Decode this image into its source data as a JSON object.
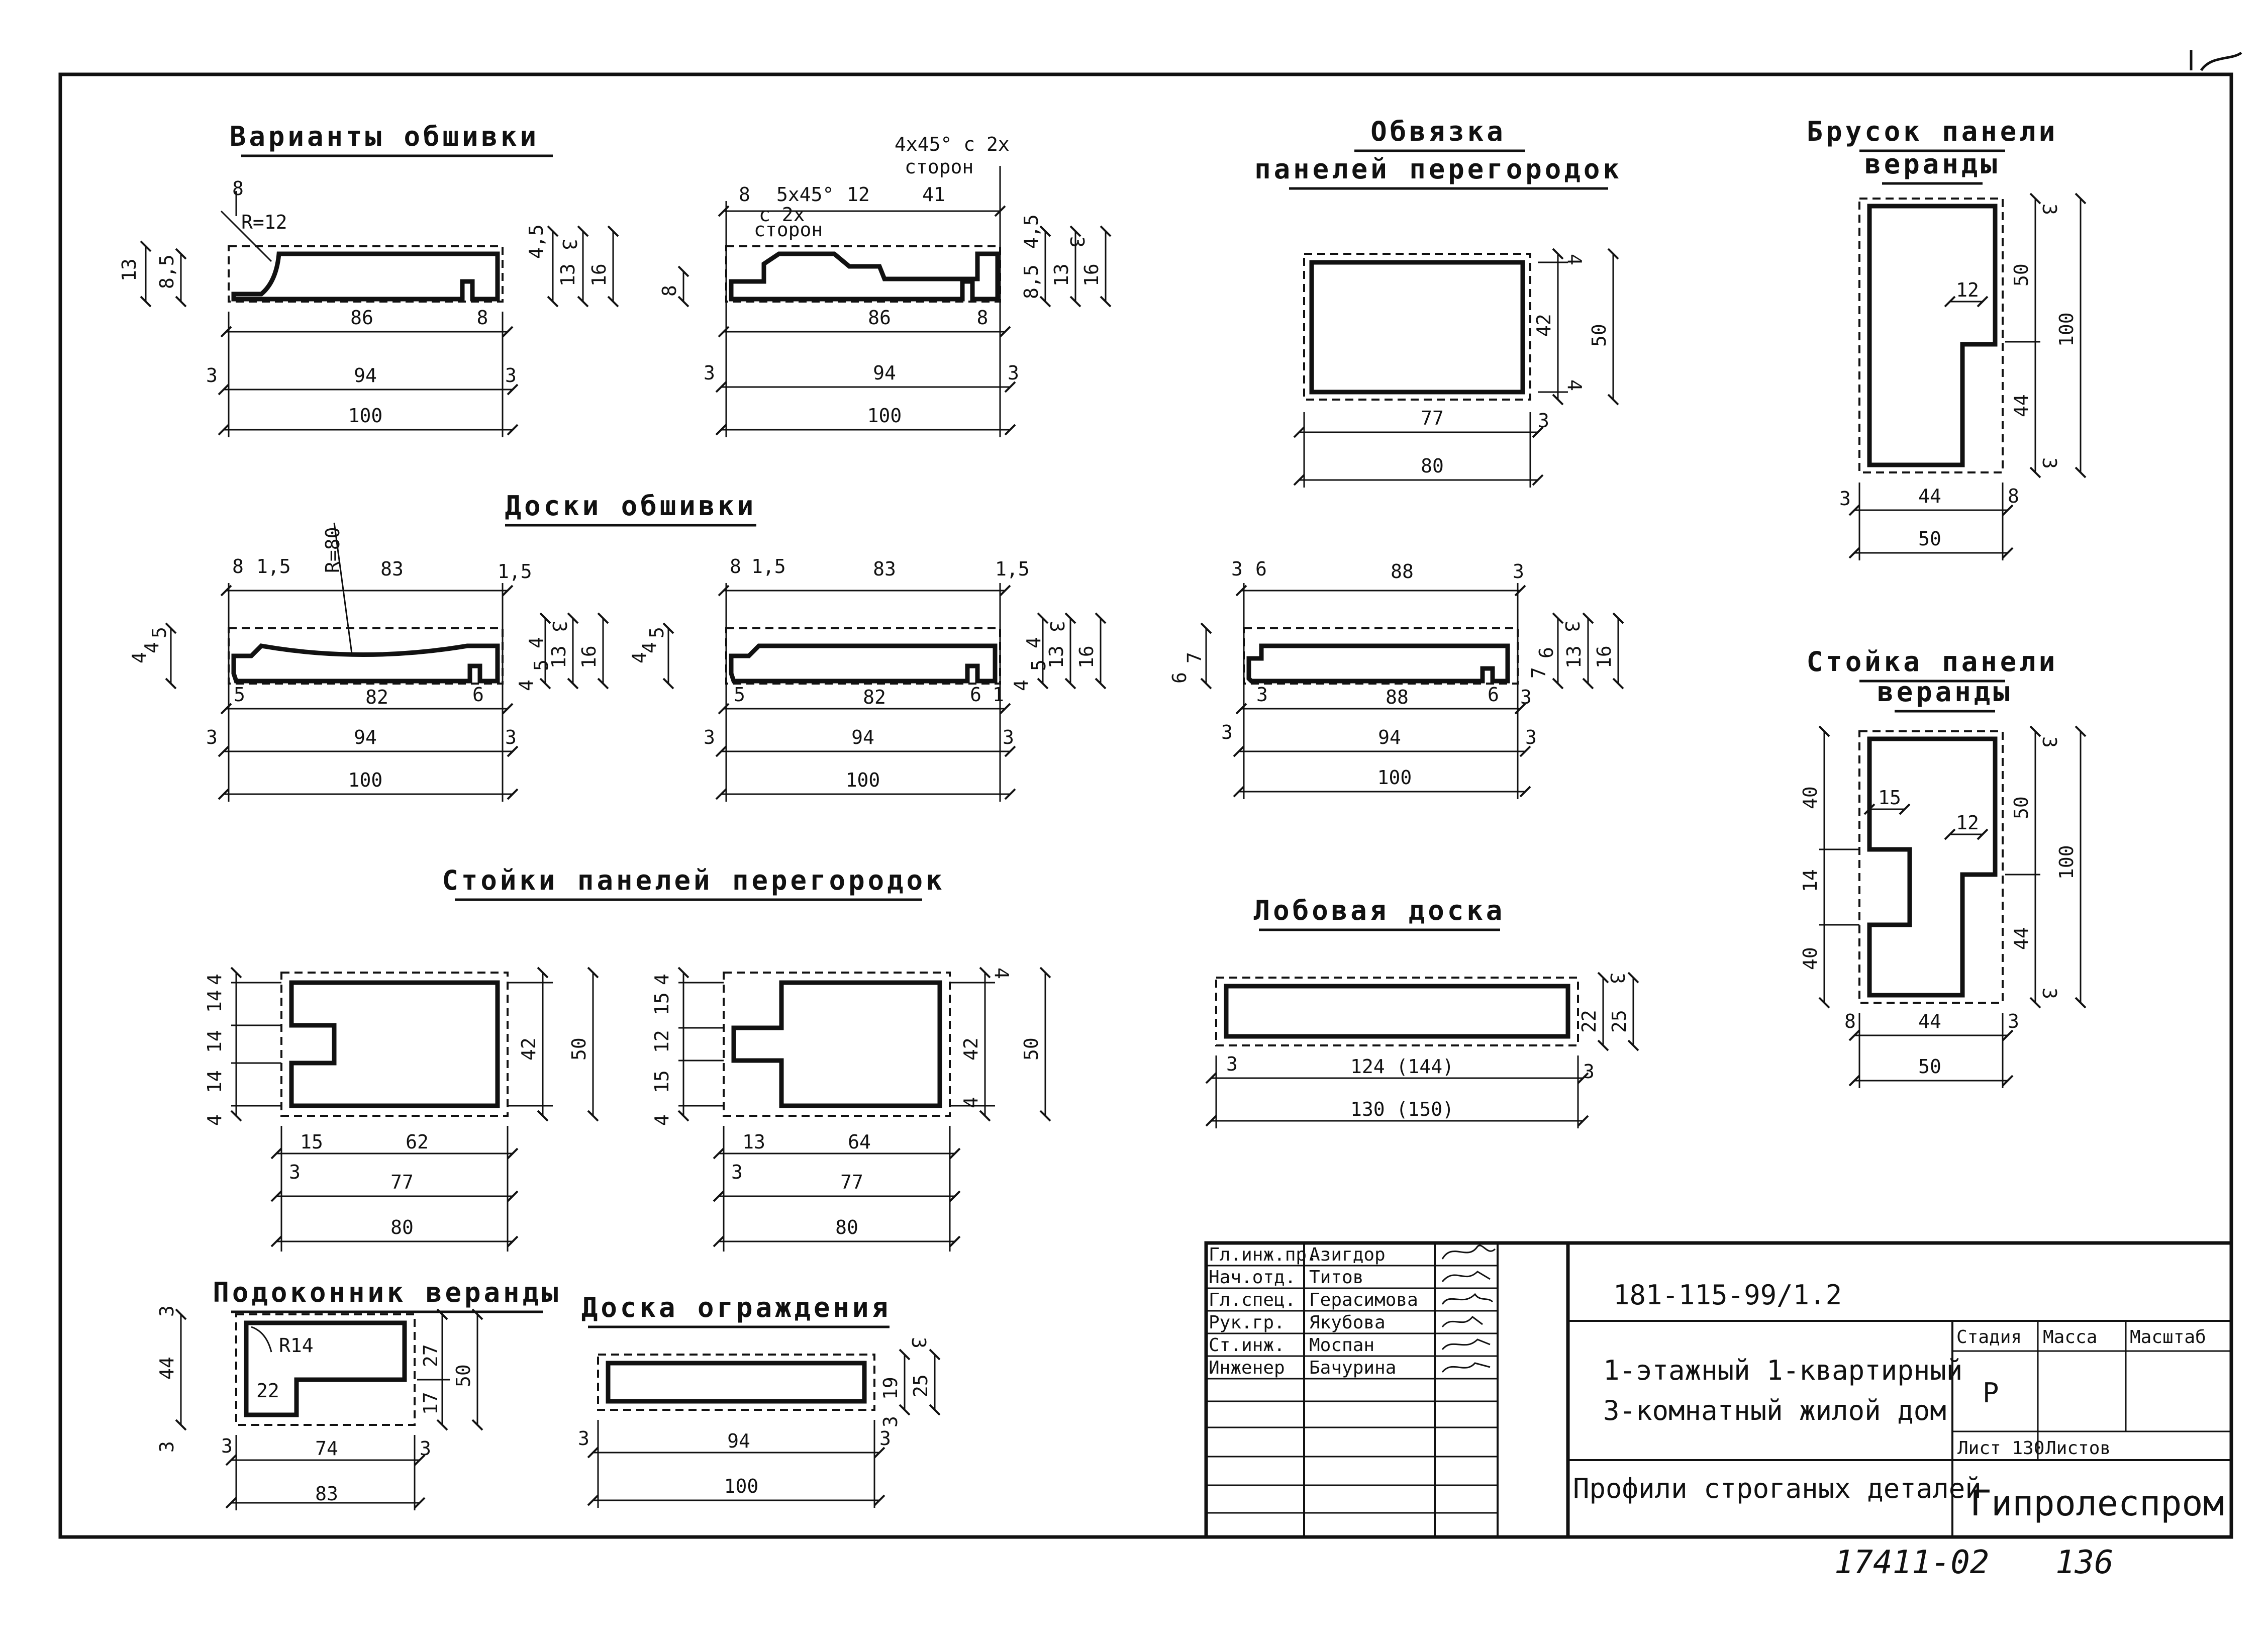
{
  "titles": {
    "variants": "Варианты обшивки",
    "boards": "Доски обшивки",
    "partition_posts": "Стойки панелей перегородок",
    "frame": "Обвязка",
    "frame_sub": "панелей перегородок",
    "bar": "Брусок панели",
    "bar_sub": "веранды",
    "post": "Стойка панели",
    "post_sub": "веранды",
    "fascia": "Лобовая доска",
    "sill": "Подоконник веранды",
    "rail": "Доска ограждения"
  },
  "dims": {
    "v1": [
      "8",
      "R=12",
      "13",
      "8,5",
      "3",
      "4,5",
      "13",
      "16",
      "86",
      "8",
      "3",
      "94",
      "3",
      "100"
    ],
    "v2": [
      "4x45° с 2х",
      "сторон",
      "8",
      "5x45°",
      "с 2х",
      "сторон",
      "12",
      "41",
      "8",
      "4,5",
      "3",
      "8,5",
      "13",
      "16",
      "86",
      "8",
      "3",
      "94",
      "3",
      "100"
    ],
    "b1": [
      "R=80",
      "8",
      "1,5",
      "83",
      "1,5",
      "4",
      "4",
      "5",
      "4",
      "5",
      "4",
      "3",
      "13",
      "16",
      "5",
      "82",
      "6",
      "3",
      "94",
      "3",
      "100"
    ],
    "b2": [
      "8",
      "1,5",
      "83",
      "1,5",
      "4",
      "4",
      "5",
      "4",
      "5",
      "4",
      "3",
      "13",
      "16",
      "5",
      "82",
      "6",
      "1",
      "3",
      "94",
      "3",
      "100"
    ],
    "b3": [
      "3",
      "6",
      "88",
      "3",
      "6",
      "7",
      "7",
      "6",
      "3",
      "13",
      "16",
      "3",
      "88",
      "6",
      "3",
      "3",
      "94",
      "3",
      "100"
    ],
    "frame": [
      "4",
      "42",
      "4",
      "50",
      "77",
      "3",
      "80"
    ],
    "bar": [
      "3",
      "50",
      "12",
      "100",
      "44",
      "3",
      "3",
      "44",
      "8",
      "50"
    ],
    "post": [
      "40",
      "14",
      "40",
      "15",
      "12",
      "3",
      "50",
      "100",
      "44",
      "3",
      "8",
      "44",
      "3",
      "50"
    ],
    "p1": [
      "4",
      "14",
      "14",
      "14",
      "4",
      "42",
      "50",
      "15",
      "62",
      "3",
      "77",
      "80"
    ],
    "p2": [
      "4",
      "15",
      "12",
      "15",
      "4",
      "4",
      "42",
      "4",
      "50",
      "13",
      "64",
      "3",
      "77",
      "80"
    ],
    "fascia": [
      "3",
      "22",
      "25",
      "3",
      "124 (144)",
      "3",
      "130 (150)"
    ],
    "sill": [
      "3",
      "44",
      "3",
      "R14",
      "22",
      "27",
      "17",
      "50",
      "3",
      "74",
      "3",
      "83"
    ],
    "rail": [
      "3",
      "19",
      "3",
      "25",
      "3",
      "94",
      "3",
      "100"
    ]
  },
  "title_block": {
    "roles": [
      "Гл.инж.пр.",
      "Нач.отд.",
      "Гл.спец.",
      "Рук.гр.",
      "Ст.инж.",
      "Инженер"
    ],
    "names": [
      "Азигдор",
      "Титов",
      "Герасимова",
      "Якубова",
      "Моспан",
      "Бачурина"
    ],
    "code": "181-115-99/1.2",
    "project_line1": "1-этажный 1-квартирный",
    "project_line2": "3-комнатный жилой дом",
    "h_stage": "Стадия",
    "h_mass": "Масса",
    "h_scale": "Масштаб",
    "stage": "Р",
    "sheet": "Лист 130",
    "sheets": "Листов",
    "drawing_title": "Профили строганых деталей",
    "org": "Гипролеспром"
  },
  "footer": {
    "inventory": "17411-02",
    "page": "136"
  }
}
